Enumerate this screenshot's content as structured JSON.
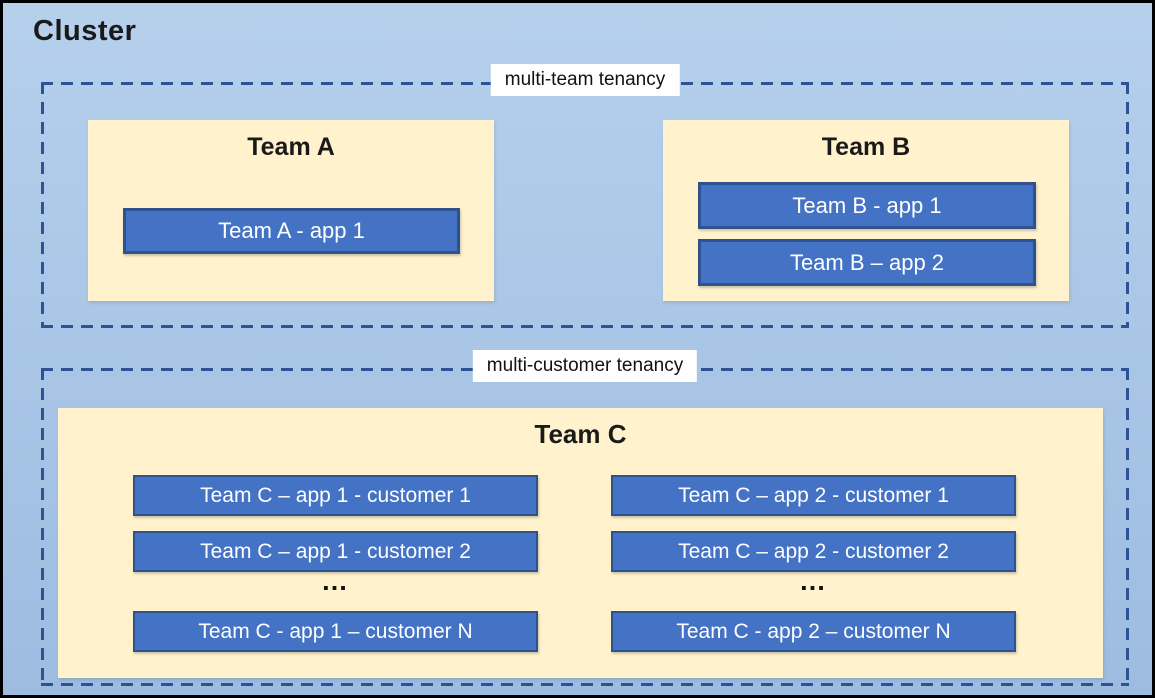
{
  "diagram": {
    "cluster_title": "Cluster",
    "multi_team": {
      "label": "multi-team tenancy",
      "team_a": {
        "title": "Team A",
        "app1": "Team A - app 1"
      },
      "team_b": {
        "title": "Team B",
        "app1": "Team B - app 1",
        "app2": "Team B – app 2"
      }
    },
    "multi_customer": {
      "label": "multi-customer tenancy",
      "team_c": {
        "title": "Team C",
        "col1": {
          "row1": "Team C – app 1 - customer 1",
          "row2": "Team C – app 1 - customer 2",
          "ellipsis": "…",
          "rowN": "Team C - app 1 – customer N"
        },
        "col2": {
          "row1": "Team C – app 2 - customer 1",
          "row2": "Team C – app 2 - customer 2",
          "ellipsis": "…",
          "rowN": "Team C - app 2 – customer N"
        }
      }
    }
  },
  "colors": {
    "canvas_bg_top": "#B6D0EC",
    "canvas_bg_bottom": "#9DBCE0",
    "frame_border": "#000000",
    "team_box_fill": "#FFF2CC",
    "app_box_fill": "#4472C4",
    "app_box_border": "#2F528F",
    "dashed_outline": "#2E5394",
    "tenancy_label_bg": "#FFFFFF",
    "title_text": "#1A1A1A",
    "app_text": "#FFFFFF"
  }
}
